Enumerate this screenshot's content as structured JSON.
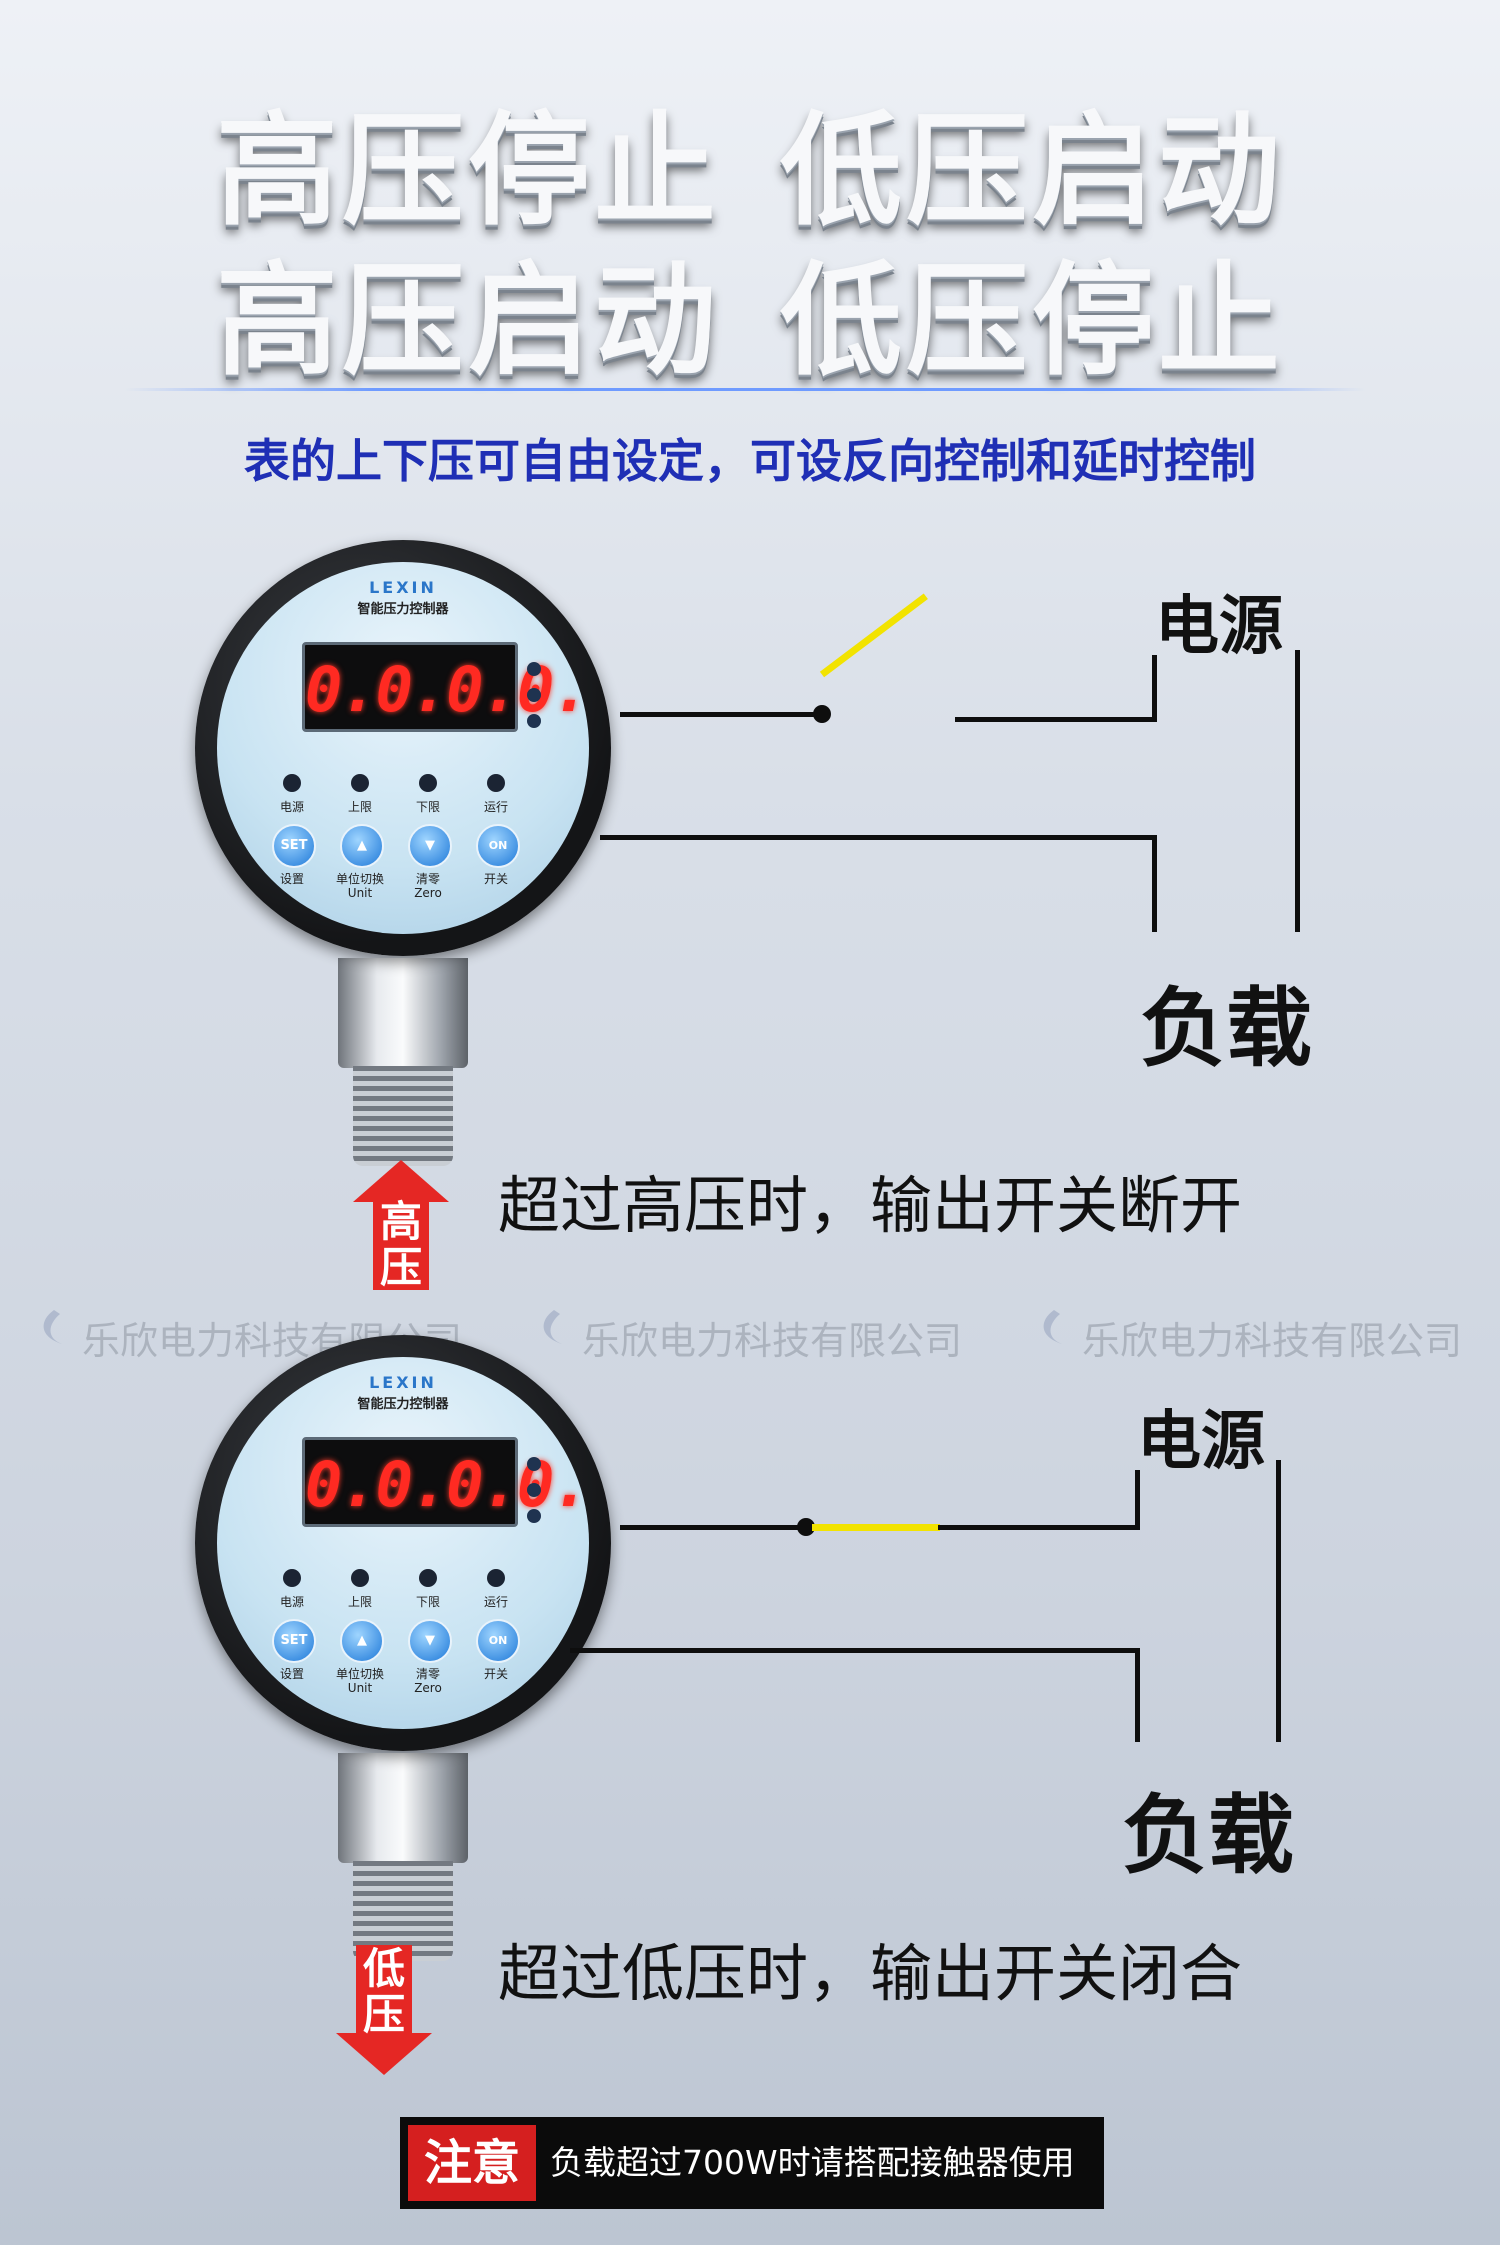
{
  "headline": {
    "line1_left": "高压停止",
    "line1_right": "低压启动",
    "line2_left": "高压启动",
    "line2_right": "低压停止"
  },
  "subtitle": "表的上下压可自由设定，可设反向控制和延时控制",
  "gauge": {
    "brand": "LEXIN",
    "model": "智能压力控制器",
    "display": "0.0.0.0.",
    "indicators": [
      "电源",
      "上限",
      "下限",
      "运行"
    ],
    "buttons": [
      {
        "face": "SET",
        "label": "设置",
        "sub": ""
      },
      {
        "face": "▲",
        "label": "单位切换",
        "sub": "Unit"
      },
      {
        "face": "▼",
        "label": "清零",
        "sub": "Zero"
      },
      {
        "face": "ON",
        "label": "开关",
        "sub": ""
      }
    ]
  },
  "diagram1": {
    "power_label": "电源",
    "load_label": "负载",
    "caption": "超过高压时，输出开关断开",
    "arrow_text": [
      "高",
      "压"
    ],
    "switch_state": "open"
  },
  "diagram2": {
    "power_label": "电源",
    "load_label": "负载",
    "caption": "超过低压时，输出开关闭合",
    "arrow_text": [
      "低",
      "压"
    ],
    "switch_state": "closed"
  },
  "watermark": "乐欣电力科技有限公司",
  "note": {
    "tag": "注意",
    "message": "负载超过700W时请搭配接触器使用"
  },
  "colors": {
    "subtitle": "#1f2fb5",
    "arrow": "#e52724",
    "switch_wire": "#f2e300",
    "note_tag": "#d51f1f"
  }
}
